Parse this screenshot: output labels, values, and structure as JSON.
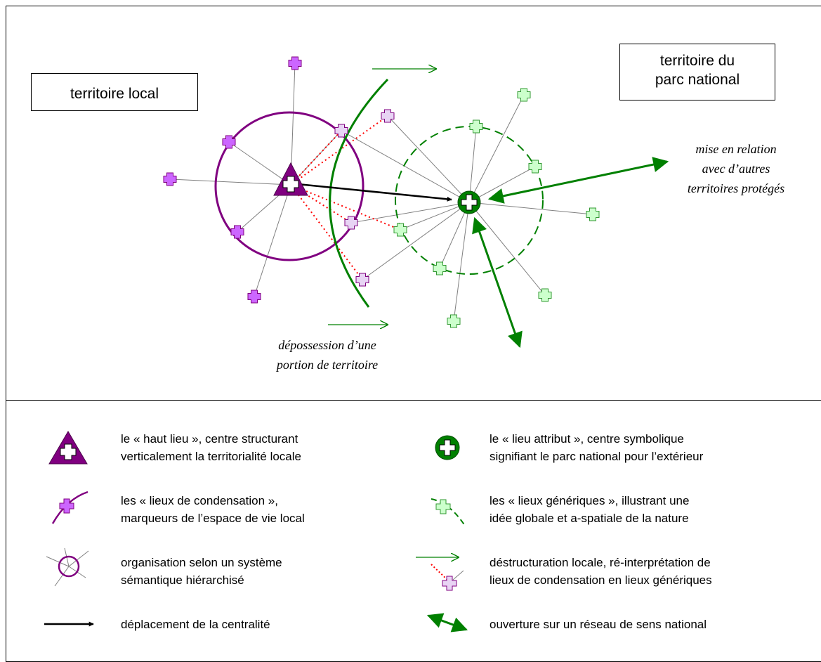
{
  "colors": {
    "purple": "#800080",
    "purple_light": "#CC66FF",
    "green": "#008000",
    "green_light": "#CCFFCC",
    "dotted_red": "#FF0000",
    "spoke_grey": "#808080"
  },
  "diagram": {
    "box_local": "territoire local",
    "box_parc_line1": "territoire du",
    "box_parc_line2": "parc national",
    "annotation_relation_line1": "mise en relation",
    "annotation_relation_line2": "avec d’autres",
    "annotation_relation_line3": "territoires protégés",
    "annotation_depossession_line1": "dépossession d’une",
    "annotation_depossession_line2": "portion de territoire"
  },
  "legend": {
    "haut_lieu_line1": "le « haut lieu », centre structurant",
    "haut_lieu_line2": "verticalement la territorialité locale",
    "lieu_attribut_line1": "le « lieu attribut », centre symbolique",
    "lieu_attribut_line2": "signifiant le parc national pour l’extérieur",
    "condensation_line1": "les « lieux de condensation »,",
    "condensation_line2": "marqueurs de l’espace de vie local",
    "generiques_line1": "les « lieux génériques », illustrant une",
    "generiques_line2": "idée globale et a-spatiale de la nature",
    "organisation_line1": "organisation selon un système",
    "organisation_line2": "sémantique hiérarchisé",
    "destructuration_line1": "déstructuration locale, ré-interprétation de",
    "destructuration_line2": "lieux de condensation en lieux génériques",
    "deplacement": "déplacement de la centralité",
    "ouverture": "ouverture sur un réseau de sens national"
  }
}
